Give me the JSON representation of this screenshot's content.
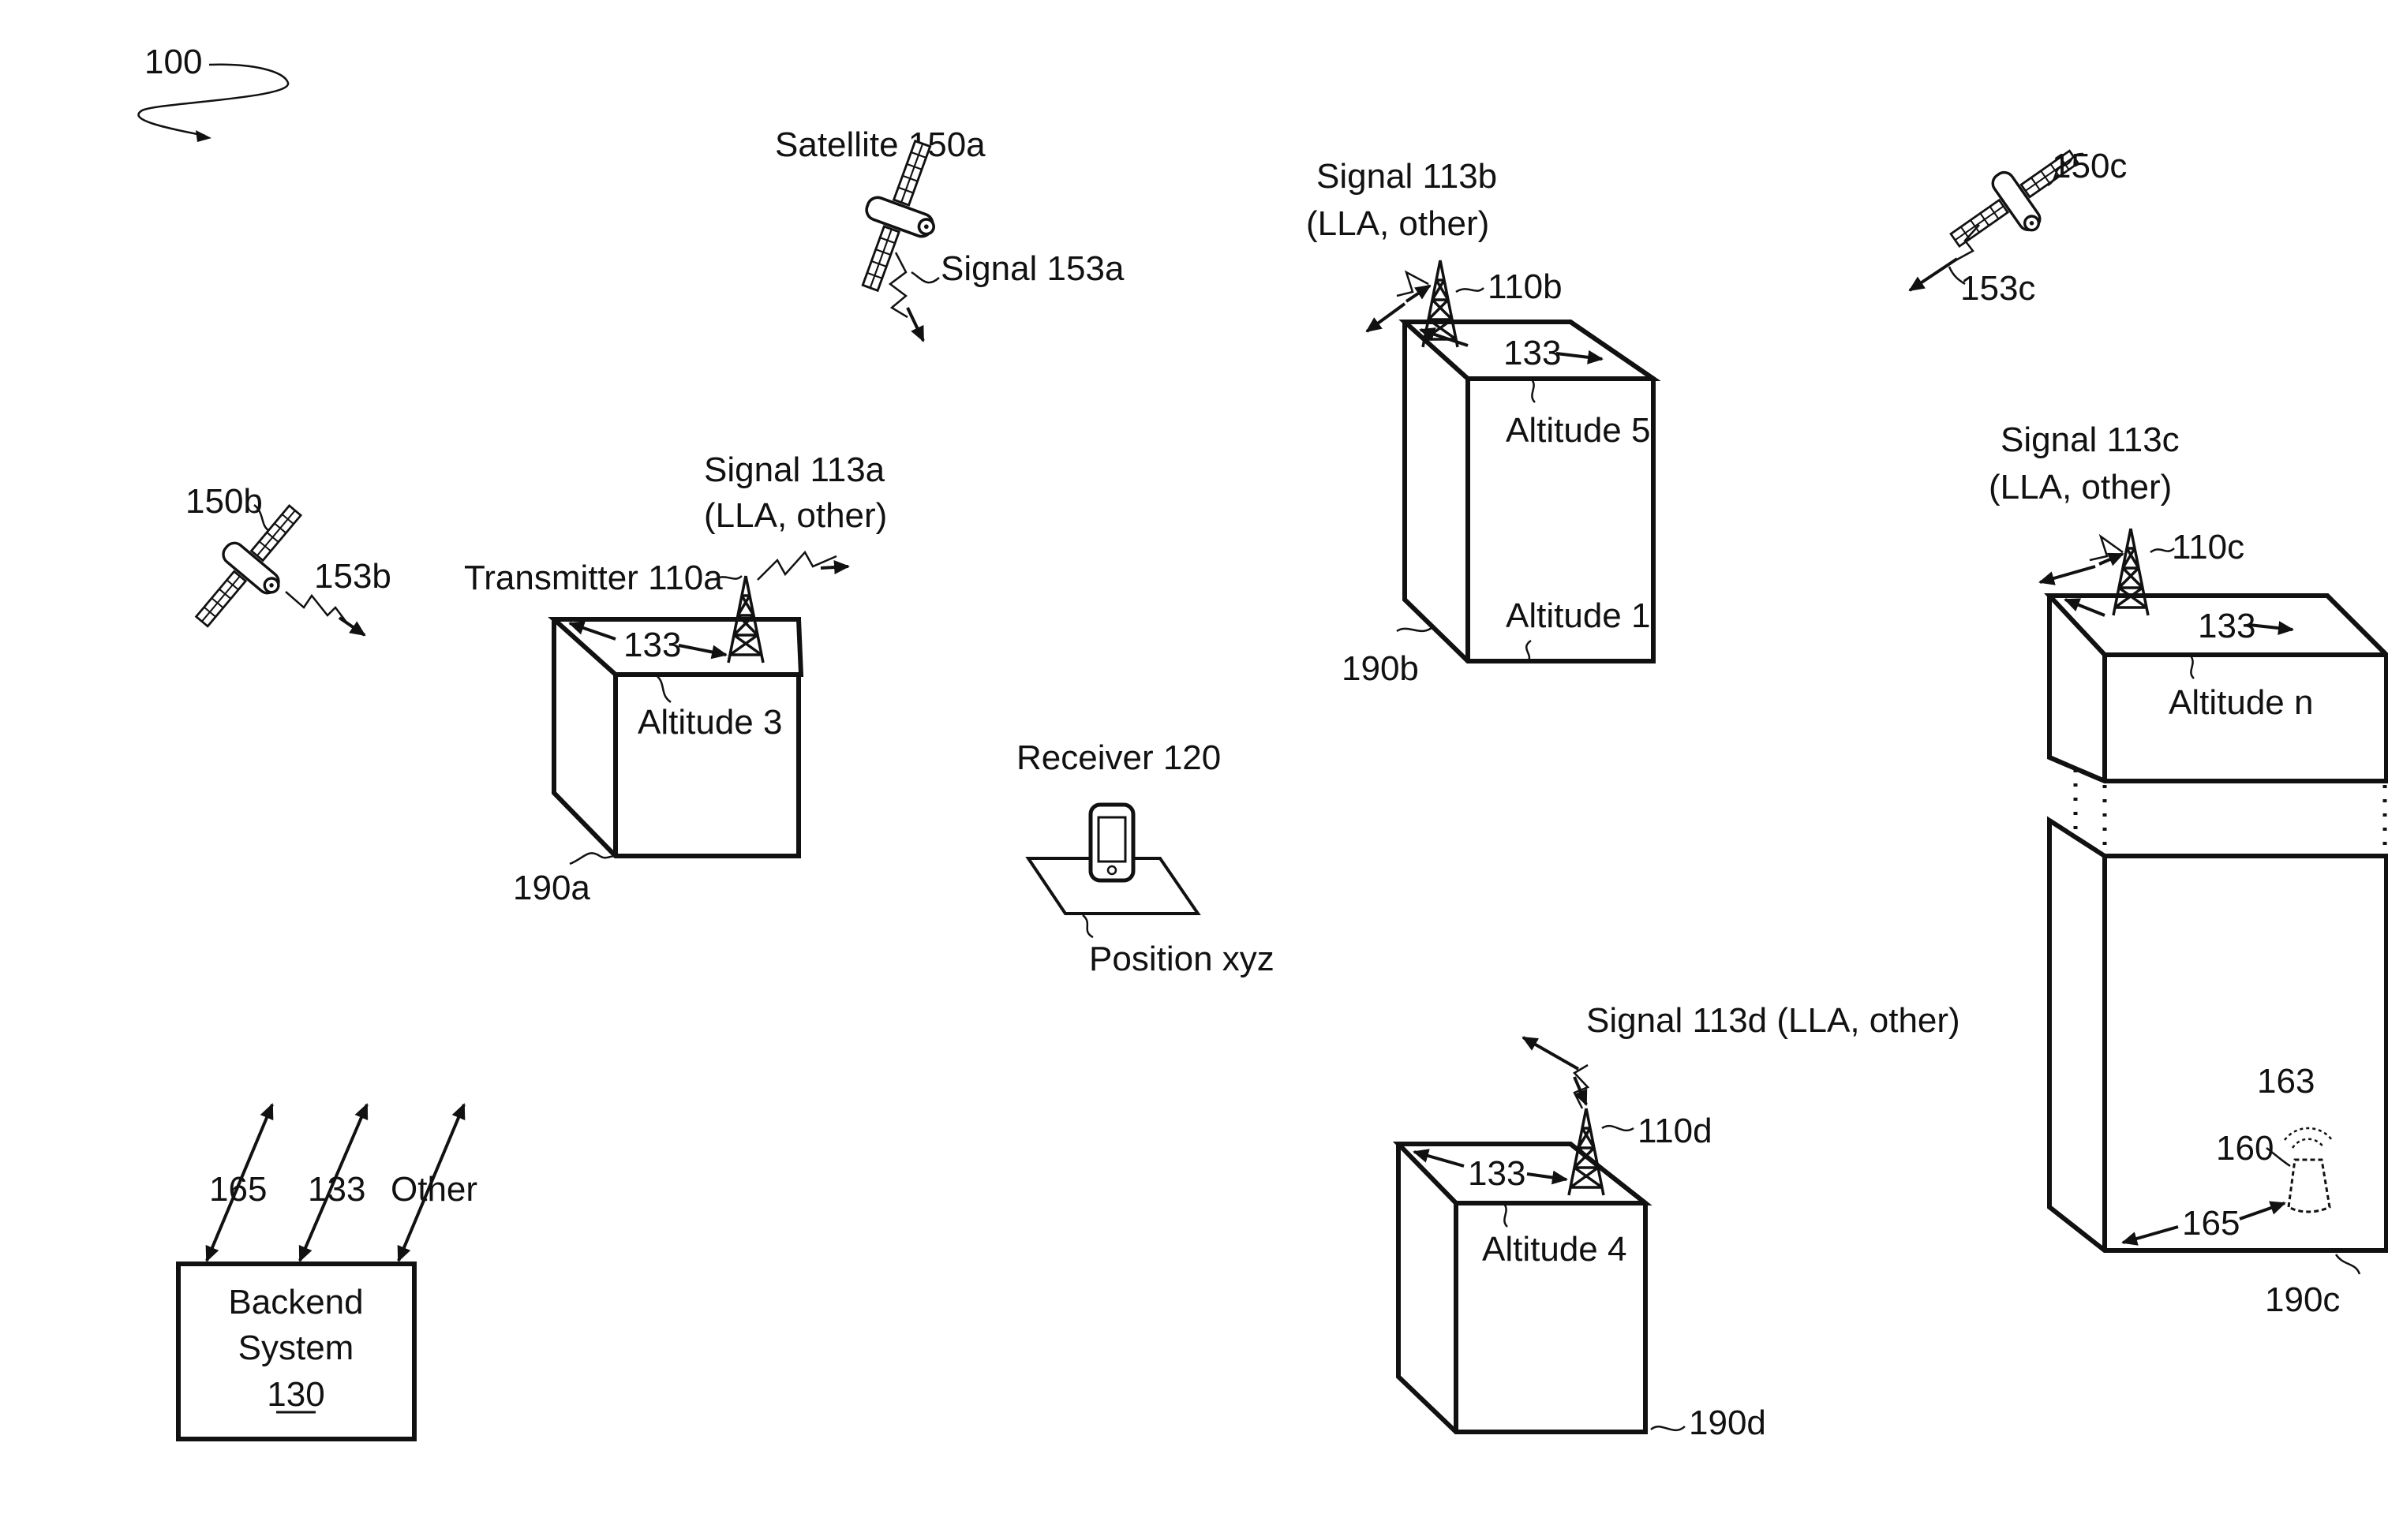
{
  "figure": {
    "ref": "100"
  },
  "satellites": {
    "s150a": {
      "label": "Satellite 150a",
      "signal": "Signal 153a"
    },
    "s150b": {
      "label": "150b",
      "signal": "153b"
    },
    "s150c": {
      "label": "150c",
      "signal": "153c"
    }
  },
  "buildings": {
    "b190a": {
      "ref": "190a",
      "transmitter": "Transmitter 110a",
      "signal_line1": "Signal 113a",
      "signal_line2": "(LLA, other)",
      "roof_label": "133",
      "altitude": "Altitude 3"
    },
    "b190b": {
      "ref": "190b",
      "transmitter": "110b",
      "signal_line1": "Signal 113b",
      "signal_line2": "(LLA, other)",
      "roof_label": "133",
      "altitude_top": "Altitude 5",
      "altitude_bottom": "Altitude 1"
    },
    "b190c": {
      "ref": "190c",
      "transmitter": "110c",
      "signal_line1": "Signal 113c",
      "signal_line2": "(LLA, other)",
      "roof_label": "133",
      "altitude": "Altitude n",
      "device_ref": "160",
      "device_signal": "163",
      "floor_label": "165"
    },
    "b190d": {
      "ref": "190d",
      "transmitter": "110d",
      "signal": "Signal 113d (LLA, other)",
      "roof_label": "133",
      "altitude": "Altitude 4"
    }
  },
  "receiver": {
    "label": "Receiver 120",
    "position": "Position xyz"
  },
  "backend": {
    "line1": "Backend",
    "line2": "System",
    "ref": "130",
    "inputs": [
      "165",
      "133",
      "Other"
    ]
  }
}
